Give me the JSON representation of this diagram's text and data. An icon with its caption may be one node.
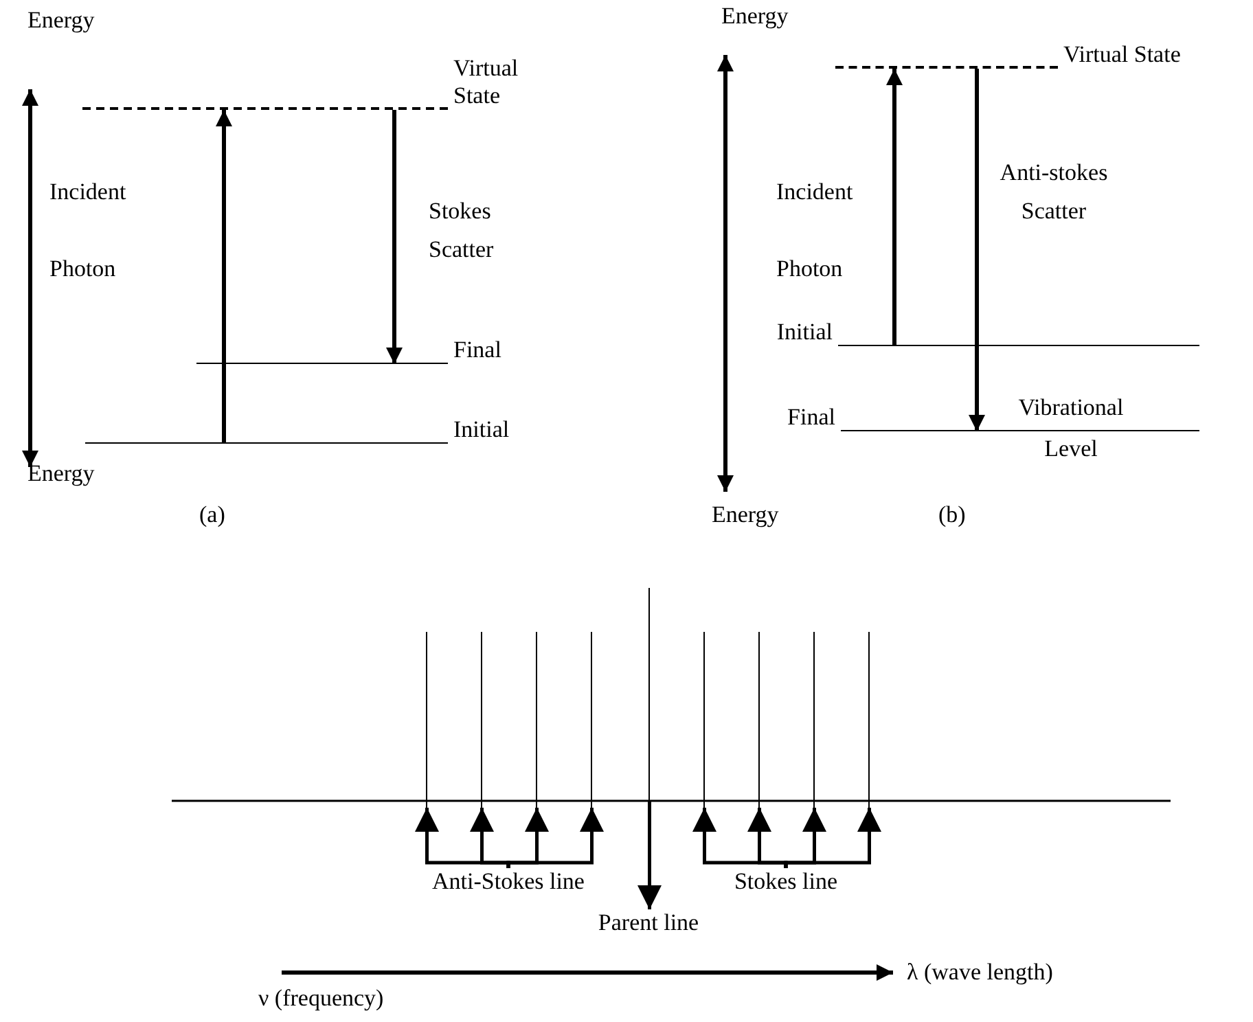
{
  "diagram": {
    "nodes": [
      {
        "text": [
          "Virtual State"
        ]
      },
      {
        "text": [
          "Final"
        ]
      },
      {
        "text": [
          "Initial"
        ]
      },
      {
        "text": [
          "Virtual State"
        ]
      },
      {
        "text": [
          "Initial"
        ]
      },
      {
        "text": [
          "Final"
        ]
      },
      {
        "text": [
          "Anti-Stokes line"
        ]
      },
      {
        "text": [],
        "shape": "bar"
      },
      {
        "text": [],
        "shape": "bar"
      },
      {
        "text": [],
        "shape": "bar"
      },
      {
        "text": [],
        "shape": "bar"
      },
      {
        "text": [],
        "shape": "bar"
      },
      {
        "text": [],
        "shape": "bar"
      },
      {
        "text": [],
        "shape": "bar"
      },
      {
        "text": [],
        "shape": "bar"
      },
      {
        "text": [],
        "shape": "bar"
      },
      {
        "text": [
          "Stokes line"
        ]
      },
      {
        "text": [
          "Parent line"
        ]
      }
    ],
    "edges": [
      {
        "from": 2,
        "to": 0,
        "arrow": "to"
      },
      {
        "from": 0,
        "to": 1,
        "arrow": "to"
      },
      {
        "from": 4,
        "to": 3,
        "arrow": "to"
      },
      {
        "from": 3,
        "to": 5,
        "arrow": "to"
      },
      {
        "from": 6,
        "to": 7,
        "arrow": "to"
      },
      {
        "from": 6,
        "to": 8,
        "arrow": "to"
      },
      {
        "from": 6,
        "to": 9,
        "arrow": "to"
      },
      {
        "from": 6,
        "to": 10,
        "arrow": "to"
      },
      {
        "from": 16,
        "to": 12,
        "arrow": "to"
      },
      {
        "from": 16,
        "to": 13,
        "arrow": "to"
      },
      {
        "from": 16,
        "to": 14,
        "arrow": "to"
      },
      {
        "from": 16,
        "to": 15,
        "arrow": "to"
      },
      {
        "from": 11,
        "to": 17,
        "arrow": "to"
      }
    ],
    "labels": [
      "Energy",
      "Incident Photon",
      "Stokes Scatter",
      "Energy",
      "(a)",
      "Energy",
      "Incident Photon",
      "Anti-stokes Scatter",
      "Vibrational Level",
      "Energy",
      "(b)",
      "λ (wave length)",
      "ν (frequency)"
    ]
  }
}
